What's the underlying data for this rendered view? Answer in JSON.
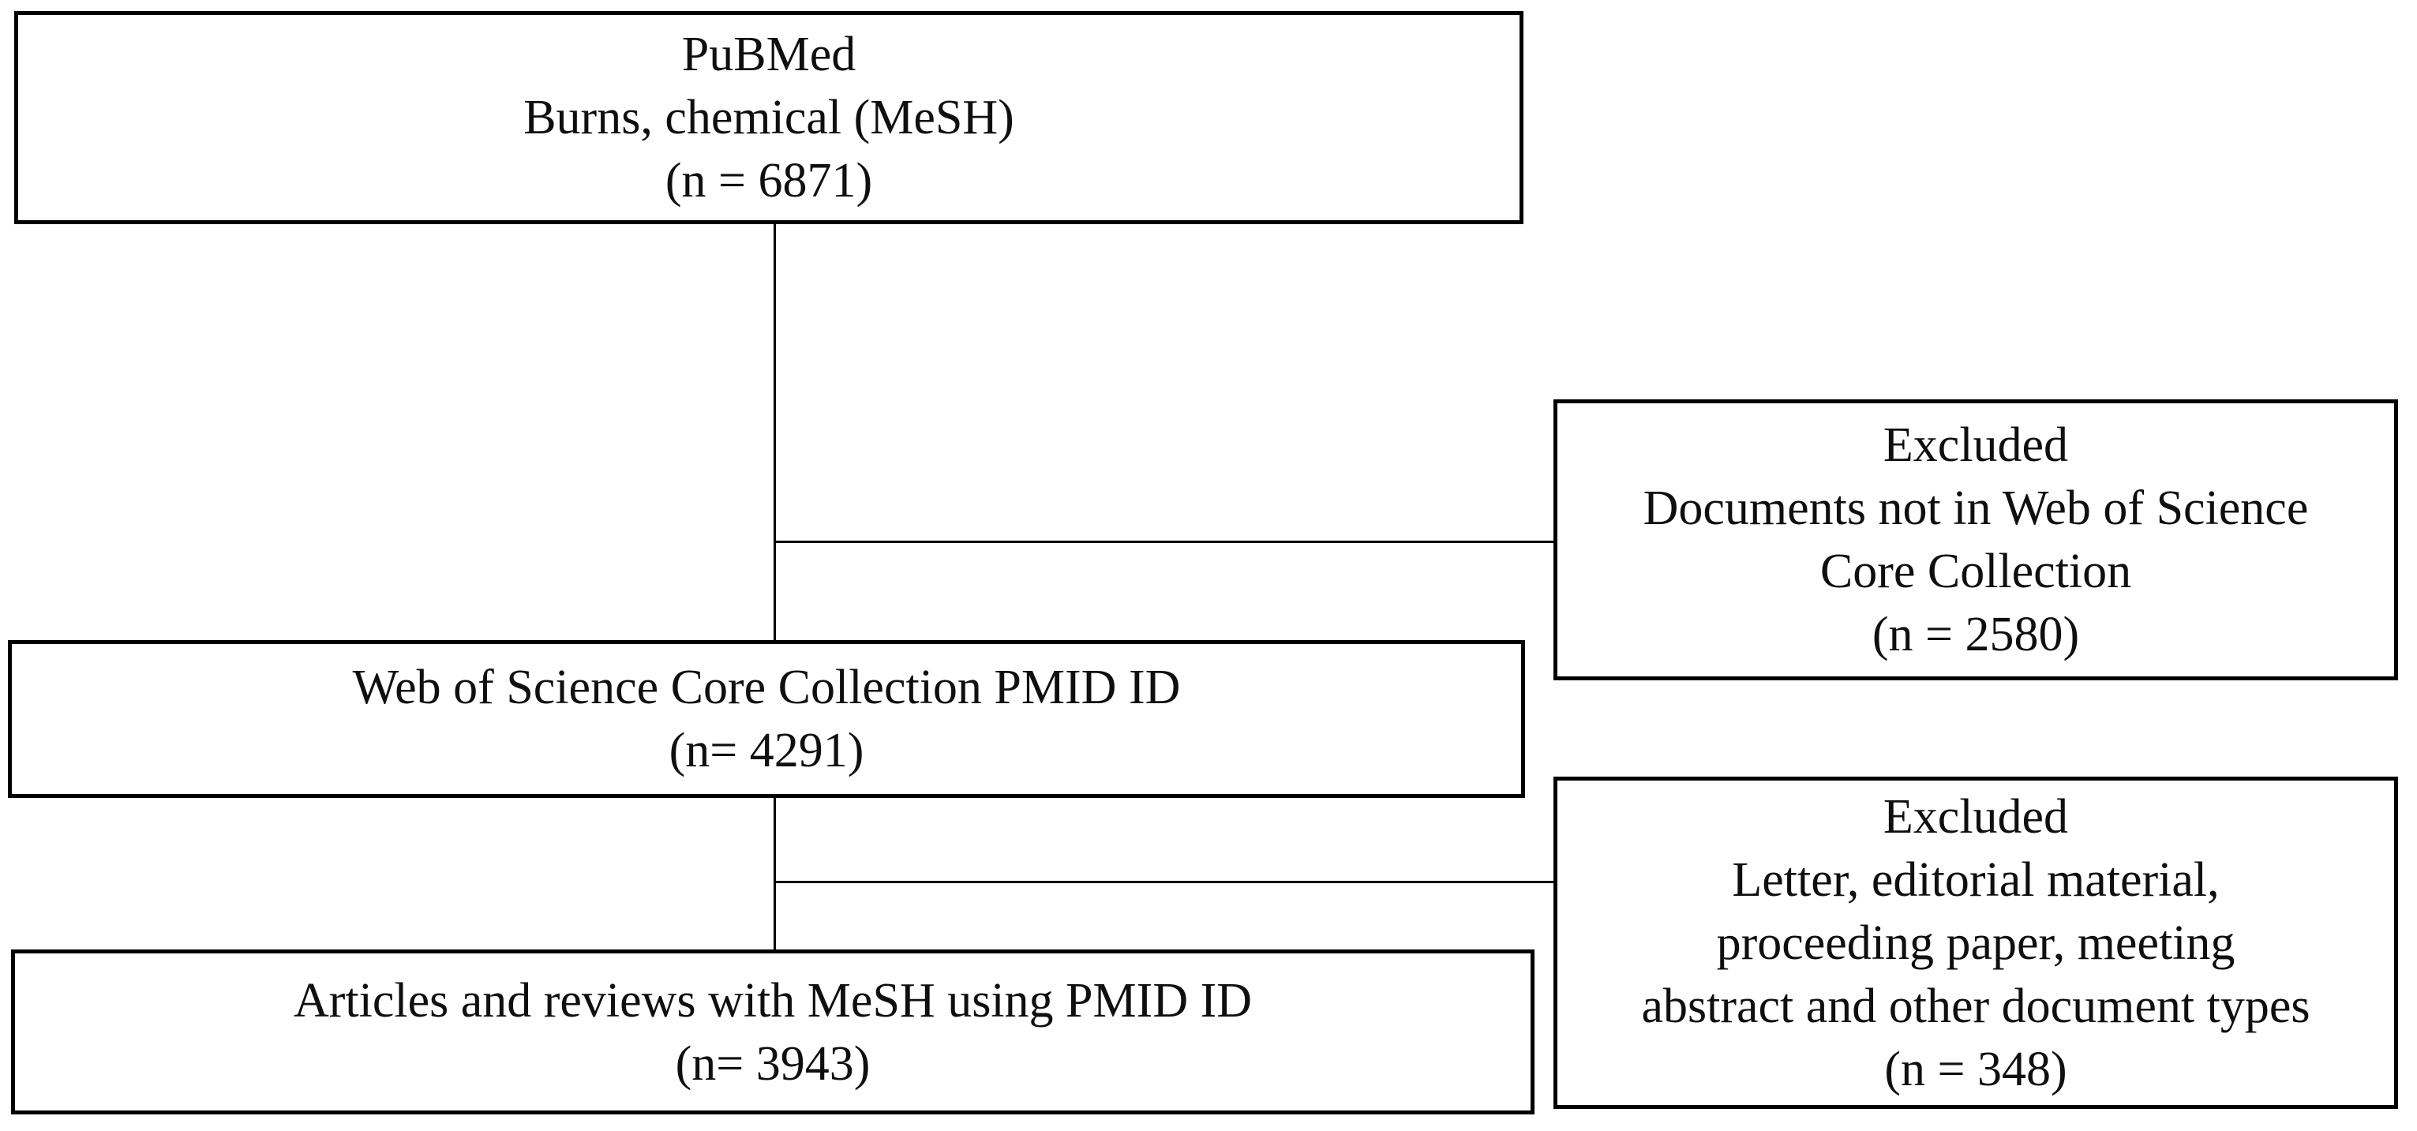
{
  "diagram": {
    "type": "flowchart",
    "colors": {
      "background": "#ffffff",
      "border": "#000000",
      "text": "#0f0f0f"
    },
    "boxes": {
      "pubmed": {
        "lines": [
          "PuBMed",
          "Burns, chemical (MeSH)",
          "(n = 6871)"
        ]
      },
      "wos": {
        "lines": [
          "Web of Science Core Collection PMID ID",
          "(n= 4291)"
        ]
      },
      "articles": {
        "lines": [
          "Articles and reviews with MeSH using PMID ID",
          "(n= 3943)"
        ]
      },
      "excluded_wos": {
        "lines": [
          "Excluded",
          "Documents not in Web of Science",
          "Core Collection",
          "(n = 2580)"
        ]
      },
      "excluded_types": {
        "lines": [
          "Excluded",
          "Letter, editorial material,",
          "proceeding paper, meeting",
          "abstract and other document types",
          "(n = 348)"
        ]
      }
    },
    "counts": {
      "pubmed": 6871,
      "wos_core_collection": 4291,
      "articles_and_reviews": 3943,
      "excluded_not_in_wos": 2580,
      "excluded_document_types": 348
    }
  }
}
